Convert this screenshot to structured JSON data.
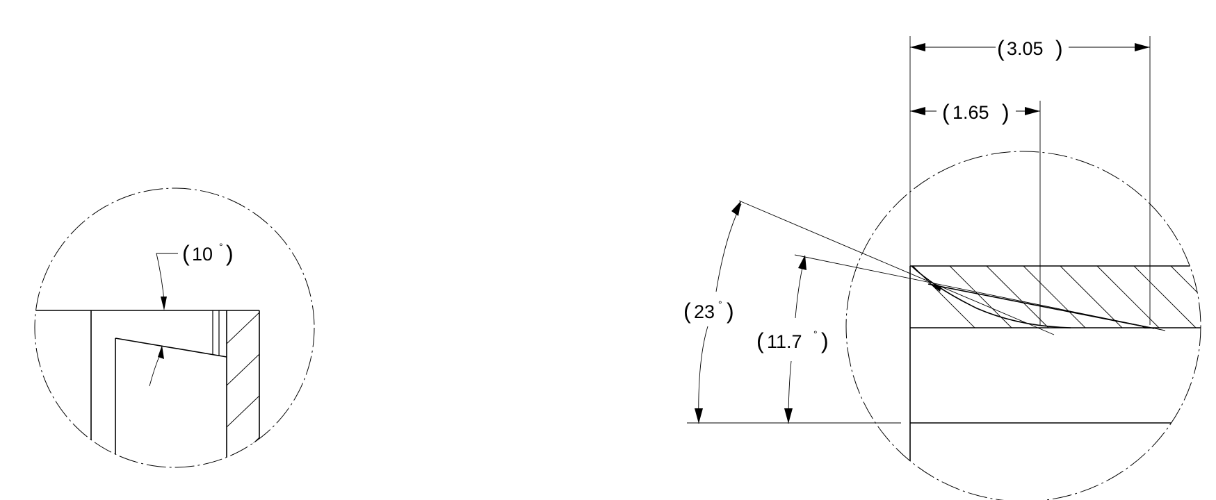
{
  "detail_left": {
    "angle_label": "10",
    "angle_unit": "°"
  },
  "detail_right": {
    "overall_width_label": "3.05",
    "partial_width_label": "1.65",
    "large_angle_label": "23",
    "small_angle_label": "11.7",
    "angle_unit": "°"
  }
}
